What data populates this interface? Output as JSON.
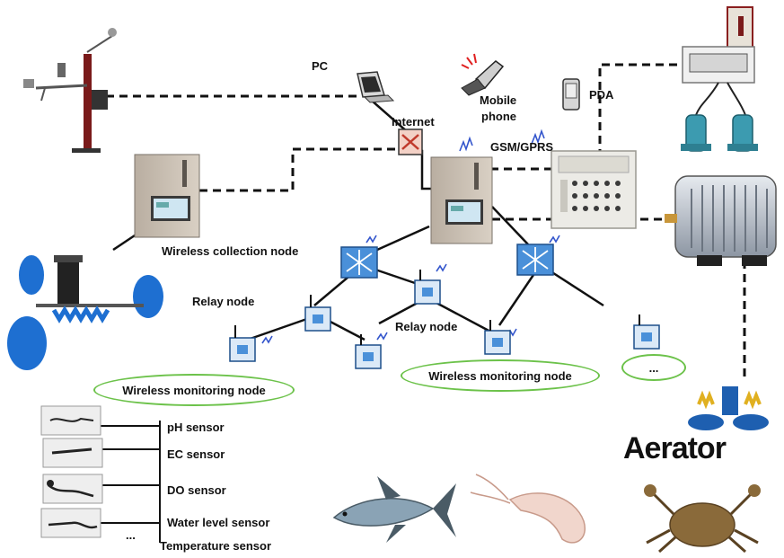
{
  "labels": {
    "pc": "PC",
    "internet": "Internet",
    "mobile_phone_line1": "Mobile",
    "mobile_phone_line2": "phone",
    "pda": "PDA",
    "gsm_gprs": "GSM/GPRS",
    "wireless_collection_node": "Wireless collection node",
    "relay_node_left": "Relay node",
    "relay_node_center": "Relay node",
    "wireless_monitoring_node_left": "Wireless monitoring node",
    "wireless_monitoring_node_right": "Wireless monitoring node",
    "ellipsis_node": "...",
    "aerator": "Aerator"
  },
  "sensors": [
    {
      "label": "pH sensor"
    },
    {
      "label": "EC sensor"
    },
    {
      "label": "DO sensor"
    },
    {
      "label": "Water level sensor"
    },
    {
      "label": "Temperature  sensor"
    }
  ],
  "sensor_ellipsis": "...",
  "colors": {
    "node_ellipse": "#6cc24a",
    "relay_fill": "#4a90d9",
    "wireless_wave": "#3355cc",
    "link": "#111111"
  },
  "icons": [
    "weather-station-icon",
    "pc-icon",
    "internet-router-icon",
    "mobile-phone-icon",
    "pda-icon",
    "control-panel-icon",
    "power-box-icon",
    "valve-icon",
    "air-pump-icon",
    "aerator-icon",
    "fish-icon",
    "shrimp-icon",
    "crab-icon",
    "paddle-aerator-icon"
  ]
}
